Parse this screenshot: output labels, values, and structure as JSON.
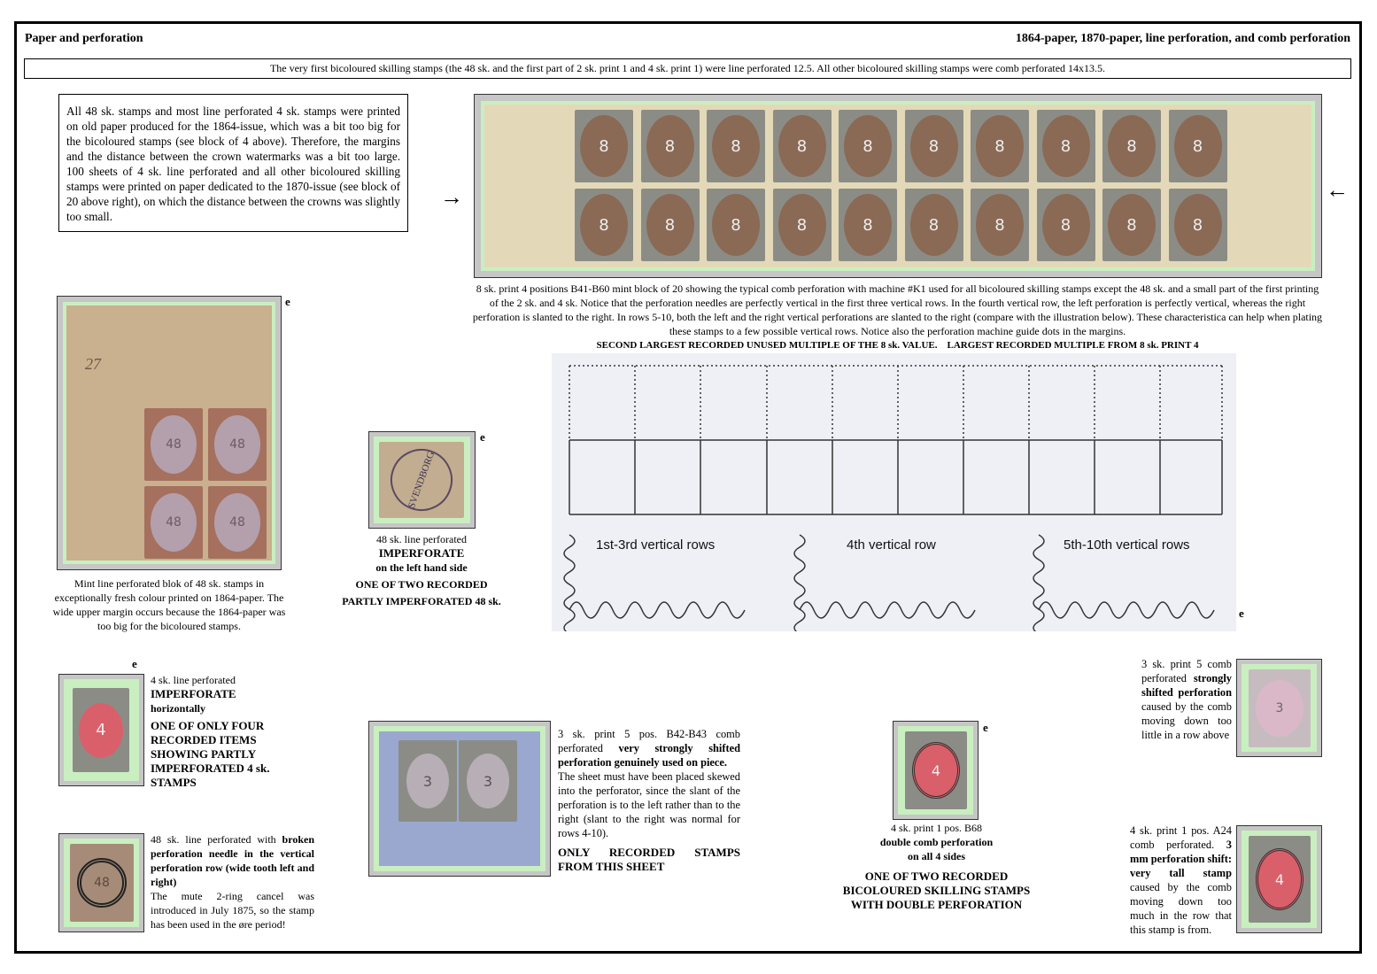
{
  "header": {
    "left": "Paper and perforation",
    "right": "1864-paper, 1870-paper, line perforation, and comb perforation"
  },
  "banner": "The very first bicoloured skilling stamps (the 48 sk. and the first part of 2 sk. print 1 and 4 sk. print 1) were line perforated 12.5. All other bicoloured skilling stamps were comb perforated 14x13.5.",
  "intro_box": "All 48 sk. stamps and most line perforated 4 sk. stamps were printed on old paper produced for the 1864-issue, which was a bit too big for the bicoloured stamps (see block of 4 above). Therefore, the margins and the distance between the crown watermarks was a bit too large. 100 sheets of 4 sk. line perforated and all other bicoloured skilling stamps were printed on paper dedicated to the 1870-issue (see block of 20 above right), on which the distance between the crowns was slightly too small.",
  "block20": {
    "value": "8",
    "caption": "8 sk. print 4 positions B41-B60 mint block of 20 showing the typical comb perforation with machine #K1 used for all bicoloured skilling stamps except the 48 sk. and a small part of the first printing of the 2 sk. and 4 sk. Notice that the perforation needles are perfectly vertical in the first three vertical rows. In the fourth vertical row, the left perforation is perfectly vertical, whereas the right perforation is slanted to the right. In rows 5-10, both the left and the right vertical perforations are slanted to the right (compare with the illustration below). These characteristica can help when plating these stamps to a few possible vertical rows. Notice also the perforation machine guide dots in the margins.",
    "caption_bold": "SECOND LARGEST RECORDED UNUSED MULTIPLE OF THE 8 sk. VALUE.    LARGEST RECORDED MULTIPLE FROM 8 sk. PRINT 4"
  },
  "diagram": {
    "labels": [
      "1st-3rd vertical rows",
      "4th vertical row",
      "5th-10th vertical rows"
    ],
    "e": "e"
  },
  "block4": {
    "value": "48",
    "pencil": "27",
    "e": "e",
    "caption": "Mint line perforated blok of 48 sk. stamps in exceptionally fresh colour printed on 1864-paper. The wide upper margin occurs because the 1864-paper was too big for the bicoloured stamps."
  },
  "svendborg": {
    "e": "e",
    "cancel": "SVENDBORG",
    "line1": "48 sk. line perforated",
    "line2": "IMPERFORATE",
    "line3": "on the left hand side",
    "line4": "ONE OF TWO RECORDED",
    "line5": "PARTLY IMPERFORATED 48 sk."
  },
  "four_imperf": {
    "e": "e",
    "value": "4",
    "line1": "4 sk. line perforated",
    "line2": "IMPERFORATE",
    "line3": "horizontally",
    "bold_block": "ONE OF ONLY FOUR RECORDED ITEMS SHOWING PARTLY IMPERFORATED 4 sk. STAMPS"
  },
  "broken_needle": {
    "value": "48",
    "t1": "48 sk. line perforated with ",
    "t2": "broken perforation needle in the vertical perforation row (wide tooth left and right)",
    "t3": "The mute 2-ring cancel was introduced in July 1875, so the stamp has been used in the øre period!"
  },
  "piece": {
    "value": "3",
    "t1": "3 sk. print 5 pos. B42-B43 comb perforated ",
    "t2": "very strongly shifted perforation genuinely used on piece.",
    "t3": "The sheet must have been placed skewed into the perforator, since the slant of the perforation is to the left rather than to the right (slant to the right was normal for rows 4-10).",
    "t4": "ONLY RECORDED STAMPS FROM THIS SHEET"
  },
  "double": {
    "e": "e",
    "value": "4",
    "line1": "4 sk. print 1 pos. B68",
    "line2": "double comb perforation",
    "line3": "on all 4 sides",
    "bold_block": "ONE OF TWO RECORDED BICOLOURED SKILLING STAMPS WITH DOUBLE PERFORATION"
  },
  "shifted3": {
    "value": "3",
    "t1": "3 sk. print 5 comb perforated ",
    "t2": "strongly shifted perforation",
    "t3": " caused by the comb moving down too little in a row above"
  },
  "tall4": {
    "value": "4",
    "t1": "4 sk. print 1 pos. A24 comb perforated. ",
    "t2": "3 mm perforation shift: very tall stamp",
    "t3": " caused by the comb moving down too much in the row that this stamp is from."
  },
  "colors": {
    "brown": "#8a6a55",
    "grey": "#8c8c86",
    "rose": "#d9606a",
    "green_mount": "#c9efc0"
  }
}
